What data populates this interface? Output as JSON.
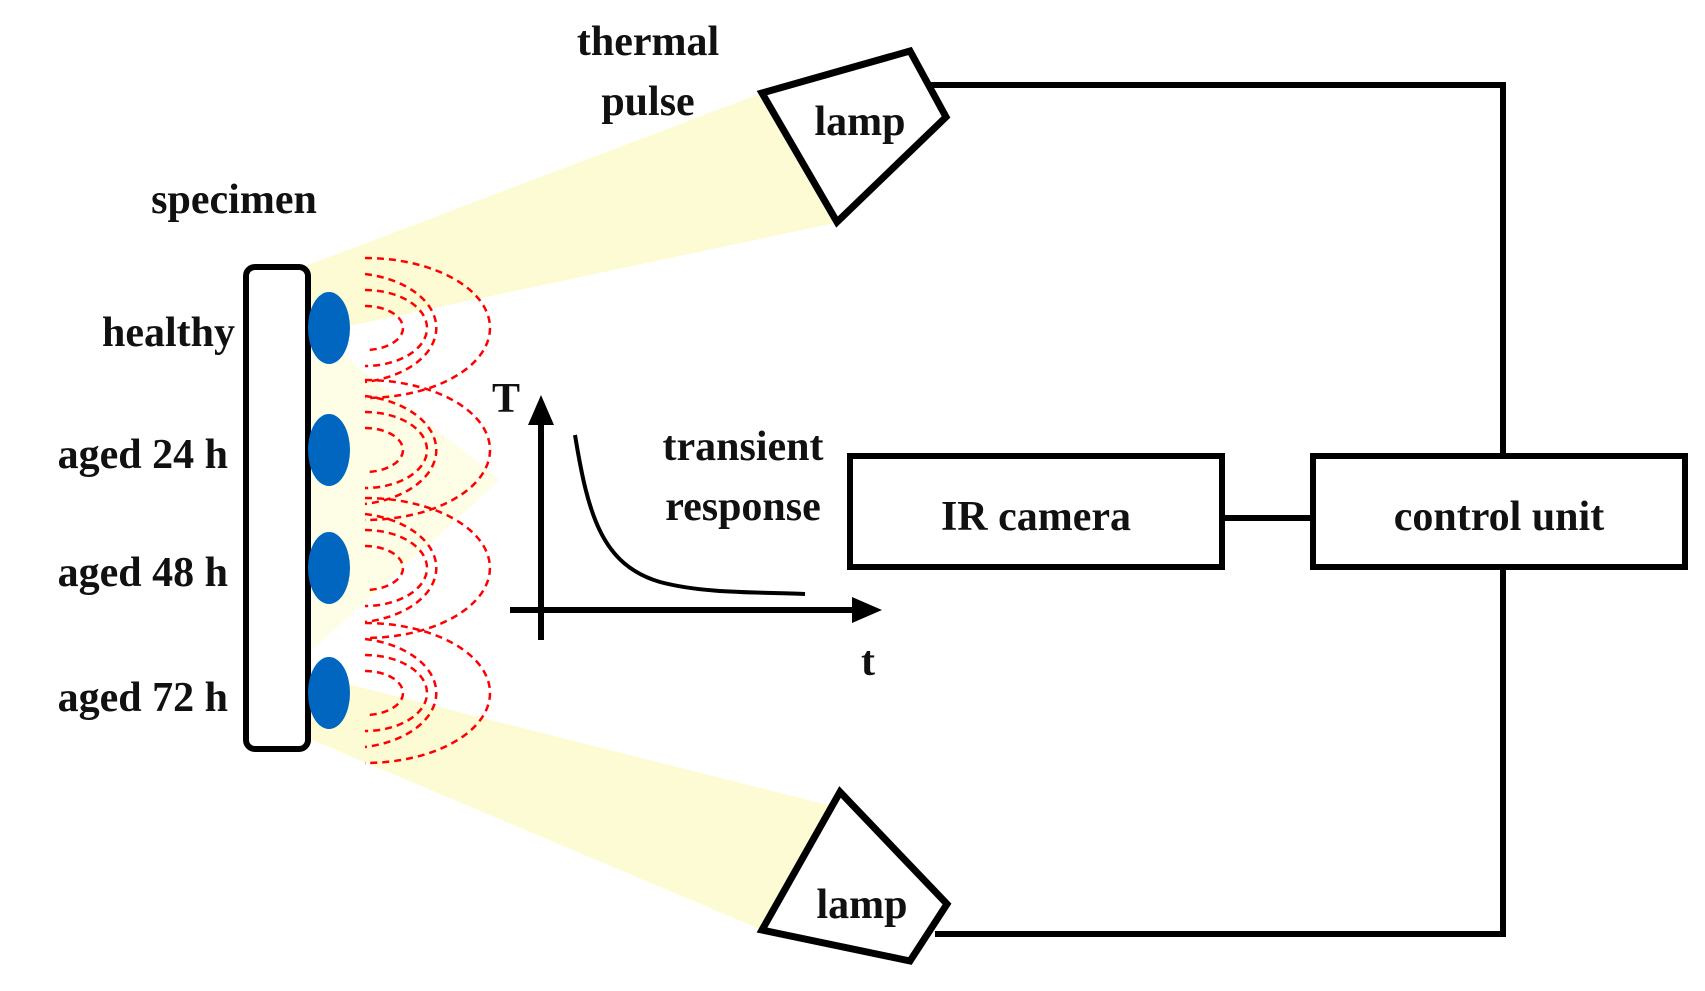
{
  "diagram": {
    "labels": {
      "thermal_pulse_line1": "thermal",
      "thermal_pulse_line2": "pulse",
      "specimen": "specimen",
      "healthy": "healthy",
      "aged_24": "aged 24 h",
      "aged_48": "aged 48 h",
      "aged_72": "aged 72 h",
      "transient_line1": "transient",
      "transient_line2": "response",
      "axis_T": "T",
      "axis_t": "t",
      "lamp_top": "lamp",
      "lamp_bottom": "lamp",
      "ir_camera": "IR camera",
      "control_unit": "control unit"
    },
    "colors": {
      "line": "#000000",
      "specimen_dot": "#0066c0",
      "heat_wave": "#ff0000",
      "light_beam": "#fdfbd2"
    }
  }
}
